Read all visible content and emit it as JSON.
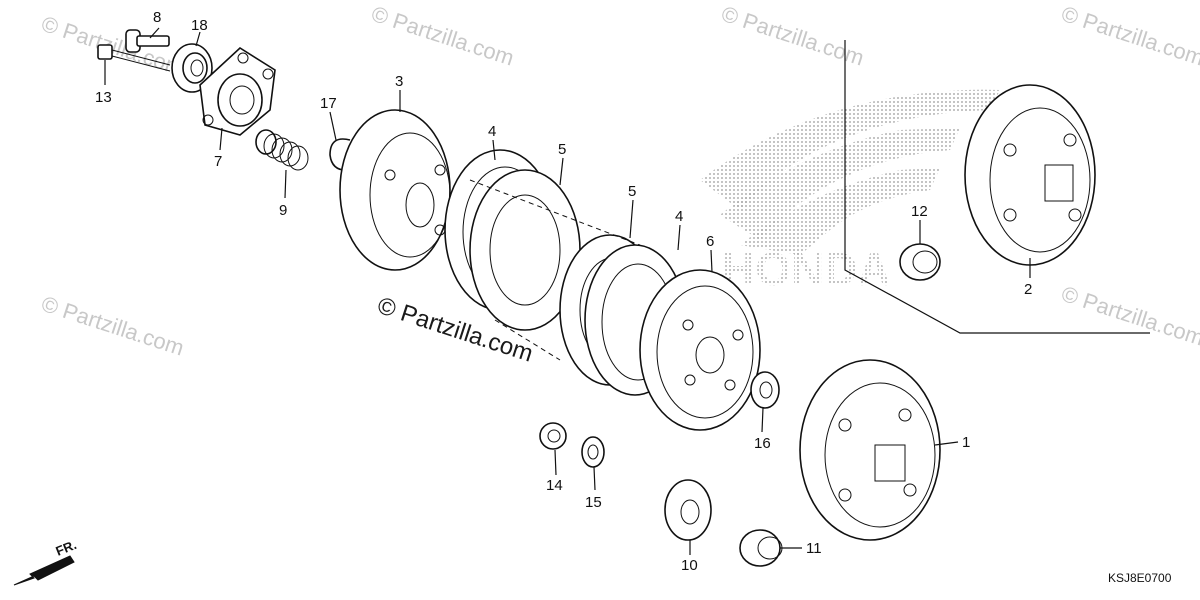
{
  "watermark": {
    "text": "© Partzilla.com",
    "center_text": "© Partzilla.com"
  },
  "brand_text": "HONDA",
  "front_indicator": "FR.",
  "diagram_code": "KSJ8E0700",
  "callouts": {
    "p1": "1",
    "p2": "2",
    "p3": "3",
    "p4a": "4",
    "p4b": "4",
    "p5a": "5",
    "p5b": "5",
    "p6": "6",
    "p7": "7",
    "p8": "8",
    "p9": "9",
    "p10": "10",
    "p11": "11",
    "p12": "12",
    "p13": "13",
    "p14": "14",
    "p15": "15",
    "p16": "16",
    "p17": "17",
    "p18": "18"
  },
  "colors": {
    "line": "#111111",
    "watermark": "#c8c8c8",
    "logo_dots": "#9a9a9a"
  }
}
